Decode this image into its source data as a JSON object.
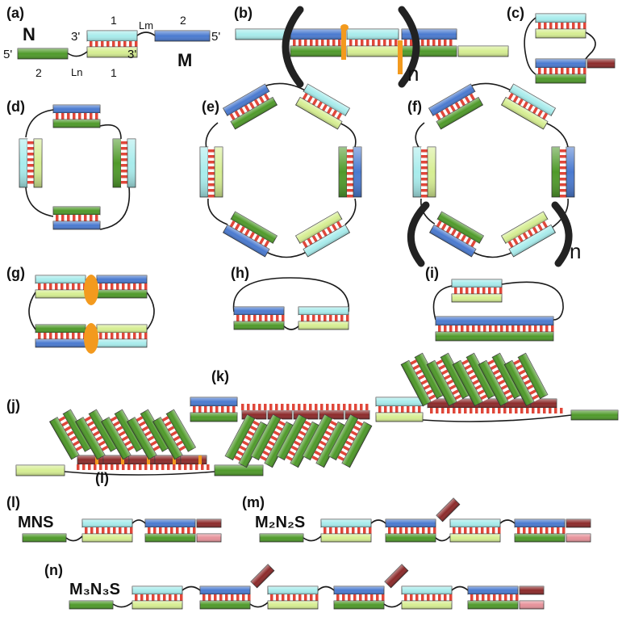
{
  "colors": {
    "cyan": "#a8ecec",
    "lightgreen": "#d6ee92",
    "blue": "#4a7ad0",
    "green": "#4f9a2a",
    "darkred": "#8c2a2a",
    "pink": "#e6929a",
    "orange": "#f39a1e",
    "base_pair": "#e0473a",
    "linker": "#1a1a1a"
  },
  "panel_labels": {
    "a": "(a)",
    "b": "(b)",
    "c": "(c)",
    "d": "(d)",
    "e": "(e)",
    "f": "(f)",
    "g": "(g)",
    "h": "(h)",
    "i": "(i)",
    "j": "(j)",
    "k": "(k)",
    "l": "(l)",
    "m": "(m)",
    "n": "(n)"
  },
  "panel_a": {
    "strand_n": "N",
    "strand_m": "M",
    "prime_5_left": "5'",
    "prime_3_top": "3'",
    "prime_3_bottom": "3'",
    "prime_5_right": "5'",
    "domain_1_top": "1",
    "domain_2_top": "2",
    "domain_2_bottom": "2",
    "domain_1_bottom": "1",
    "linker_m": "Lm",
    "linker_n": "Ln"
  },
  "repeat_n_b": "n",
  "repeat_n_f": "n",
  "panel_l_name": "MNS",
  "panel_m_name": "M₂N₂S",
  "panel_n_name": "M₃N₃S"
}
